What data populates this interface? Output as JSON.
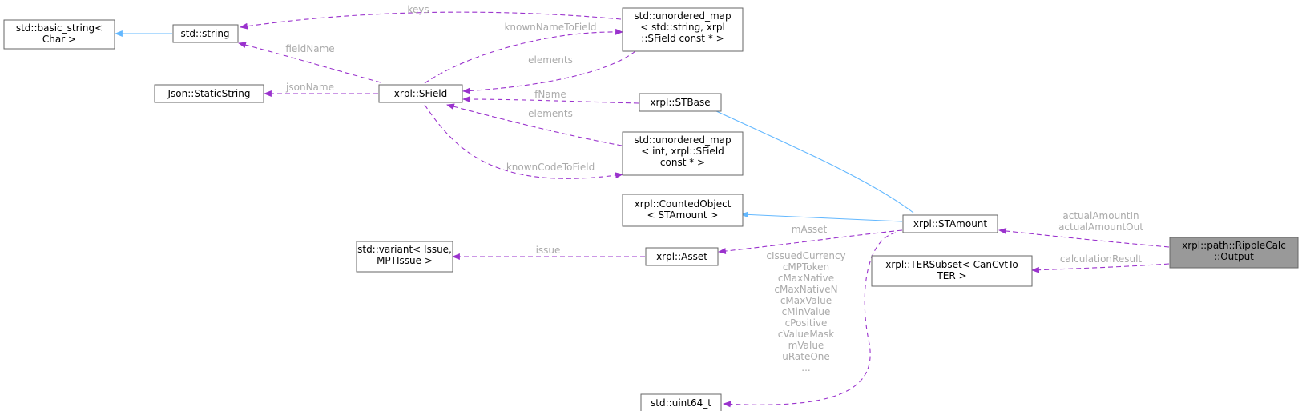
{
  "colors": {
    "usage_edge": "#9a32cd",
    "inherit_edge": "#63b8ff",
    "node_border": "#666666",
    "focus_fill": "#999999",
    "edge_label": "#aaaaaa"
  },
  "nodes": {
    "basic_string": [
      "std::basic_string<",
      "Char >"
    ],
    "string": [
      "std::string"
    ],
    "umap_string": [
      "std::unordered_map",
      "< std::string, xrpl",
      "::SField const * >"
    ],
    "static_string": [
      "Json::StaticString"
    ],
    "sfield": [
      "xrpl::SField"
    ],
    "stbase": [
      "xrpl::STBase"
    ],
    "umap_int": [
      "std::unordered_map",
      "< int, xrpl::SField",
      "const * >"
    ],
    "counted": [
      "xrpl::CountedObject",
      "< STAmount >"
    ],
    "stamount": [
      "xrpl::STAmount"
    ],
    "variant": [
      "std::variant< Issue,",
      "MPTIssue >"
    ],
    "asset": [
      "xrpl::Asset"
    ],
    "tersubset": [
      "xrpl::TERSubset< CanCvtTo",
      "TER >"
    ],
    "output": [
      "xrpl::path::RippleCalc",
      "::Output"
    ],
    "uint64": [
      "std::uint64_t"
    ]
  },
  "edge_labels": {
    "keys": [
      "keys"
    ],
    "fieldName": [
      "fieldName"
    ],
    "knownNameToField": [
      "knownNameToField"
    ],
    "elements_top": [
      "elements"
    ],
    "jsonName": [
      "jsonName"
    ],
    "fName": [
      "fName"
    ],
    "elements_bottom": [
      "elements"
    ],
    "knownCodeToField": [
      "knownCodeToField"
    ],
    "mAsset": [
      "mAsset"
    ],
    "issue": [
      "issue"
    ],
    "amounts": [
      "actualAmountIn",
      "actualAmountOut"
    ],
    "calculationResult": [
      "calculationResult"
    ],
    "constants": [
      "cIssuedCurrency",
      "cMPToken",
      "cMaxNative",
      "cMaxNativeN",
      "cMaxValue",
      "cMinValue",
      "cPositive",
      "cValueMask",
      "mValue",
      "uRateOne",
      "..."
    ]
  }
}
